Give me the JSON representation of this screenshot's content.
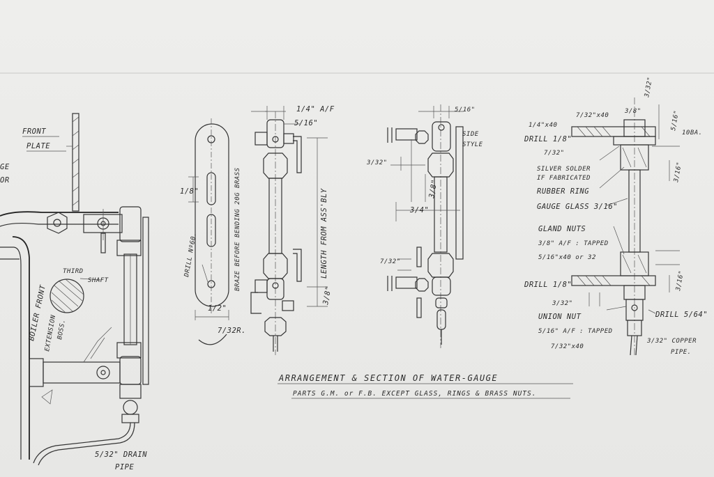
{
  "left_view": {
    "front_plate": [
      "FRONT",
      "PLATE"
    ],
    "edge_text": [
      "GE",
      "OR"
    ],
    "third_shaft": [
      "THIRD",
      "SHAFT"
    ],
    "boiler_front": "BOILER FRONT",
    "extension_boss": [
      "EXTENSION",
      "BOSS."
    ],
    "drain_pipe": [
      "5/32\" DRAIN",
      "PIPE"
    ]
  },
  "plate_view": {
    "dim_height": "1/8\"",
    "drill": "DRILL Nº60.",
    "dim_width": "1/2\"",
    "radius": "7/32R.",
    "note": "BRAZE BEFORE BENDING 20G BRASS"
  },
  "gauge_front_view": {
    "dim_af": "1/4\" A/F",
    "dim_516": "5/16\"",
    "length": "LENGTH FROM ASS'BLY",
    "dim_38": "3/8\""
  },
  "gauge_side_view": {
    "dim_516": "5/16\"",
    "dim_332": "3/32\"",
    "dim_38": "3/8\"",
    "dim_34": "3/4\"",
    "dim_732": "7/32\"",
    "side_label": [
      "SIDE ",
      "STYLE"
    ]
  },
  "section_view": {
    "dim_top1": "3/32\"",
    "dim_top2": "3/8\"",
    "dim_right": "5/16\"",
    "dim_40": "1/4\"x40",
    "dim_732x40": "7/32\"x40",
    "ba": "10BA.",
    "drill_top": "DRILL 1/8\"",
    "dim_732": "7/32\"",
    "silver_solder": [
      "SILVER SOLDER",
      "IF FABRICATED"
    ],
    "rubber_ring": "RUBBER RING",
    "gauge_glass": "GAUGE GLASS 3/16\"",
    "gland_nuts": [
      "GLAND NUTS",
      "3/8\" A/F : TAPPED",
      "5/16\"x40 or 32"
    ],
    "drill_mid": "DRILL 1/8\"",
    "dim_332": "3/32\"",
    "union_nut": [
      "UNION NUT",
      "5/16\" A/F : TAPPED",
      "7/32\"x40"
    ],
    "drill_564": "DRILL 5/64\"",
    "copper_pipe": [
      "3/32\" COPPER",
      "PIPE."
    ],
    "dim_316": "3/16\"",
    "dim_right_mid": "3/16\""
  },
  "caption": {
    "title": "ARRANGEMENT & SECTION OF WATER-GAUGE",
    "subtitle": "PARTS G.M. or F.B. EXCEPT GLASS, RINGS & BRASS NUTS."
  }
}
